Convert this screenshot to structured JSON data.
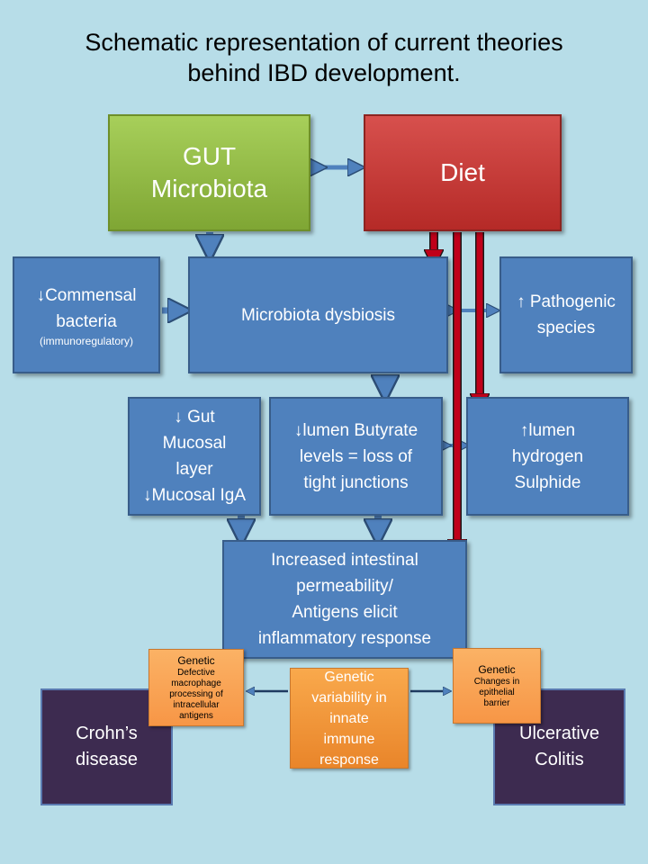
{
  "title": {
    "line1": "Schematic representation of current theories",
    "line2": "behind IBD development."
  },
  "boxes": {
    "gut_microbiota": {
      "line1": "GUT",
      "line2": "Microbiota"
    },
    "diet": {
      "label": "Diet"
    },
    "commensal": {
      "line1": "↓Commensal",
      "line2": "bacteria",
      "line3": "(immunoregulatory)"
    },
    "dysbiosis": {
      "label": "Microbiota dysbiosis"
    },
    "pathogenic": {
      "line1": "↑ Pathogenic",
      "line2": "species"
    },
    "gut_mucosal": {
      "line1": "↓ Gut",
      "line2": "Mucosal",
      "line3": "layer",
      "line4": "↓Mucosal IgA"
    },
    "butyrate": {
      "line1": "↓lumen Butyrate",
      "line2": "levels  = loss of",
      "line3": "tight junctions"
    },
    "hydrogen": {
      "line1": "↑lumen",
      "line2": "hydrogen",
      "line3": "Sulphide"
    },
    "permeability": {
      "line1": "Increased intestinal",
      "line2": "permeability/",
      "line3": "Antigens  elicit",
      "line4": "inflammatory response"
    },
    "genetic_left": {
      "head": "Genetic",
      "line1": "Defective",
      "line2": "macrophage",
      "line3": "processing of",
      "line4": "intracellular",
      "line5": "antigens"
    },
    "genetic_mid": {
      "line1": "Genetic",
      "line2": "variability in",
      "line3": "innate",
      "line4": "immune",
      "line5": "response"
    },
    "genetic_right": {
      "head": "Genetic",
      "line1": "Changes in",
      "line2": "epithelial",
      "line3": "barrier"
    },
    "crohns": {
      "line1": "Crohn’s",
      "line2": "disease"
    },
    "uc": {
      "line1": "Ulcerative",
      "line2": "Colitis"
    }
  },
  "colors": {
    "background": "#b7dde8",
    "blue_box": "#4f81bd",
    "green_box": "#9bbb59",
    "red_box": "#c0504d",
    "purple_box": "#3d2b50",
    "orange_box": "#f79646",
    "red_arrow": "#c0001a"
  }
}
